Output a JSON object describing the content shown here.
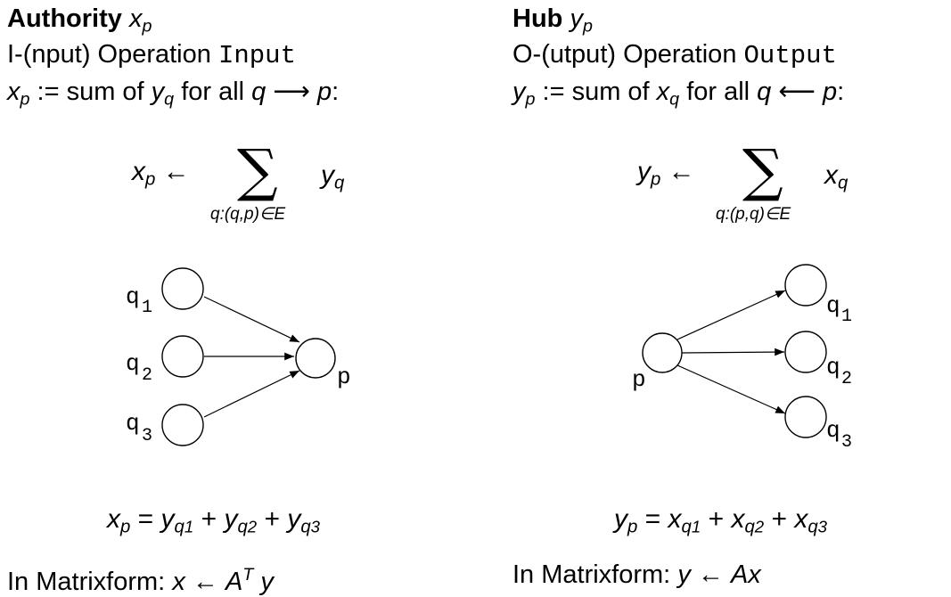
{
  "authority": {
    "title": "Authority",
    "var": "x",
    "var_sub": "p",
    "operation_prefix": "I-(nput) Operation",
    "operation_name": "Input",
    "def_lhs": "x",
    "def_lhs_sub": "p",
    "def_mid": " := sum of ",
    "def_term": "y",
    "def_term_sub": "q",
    "def_for": " for all ",
    "def_q": "q",
    "def_arrow": " ⟶ ",
    "def_p": "p",
    "def_colon": ":",
    "formula_lhs": "x",
    "formula_lhs_sub": "p",
    "formula_arrow": " ← ",
    "sum_index": "q:(q,p)∈E",
    "formula_term": "y",
    "formula_term_sub": "q",
    "nodes": {
      "q1": "q",
      "q1_sub": "1",
      "q2": "q",
      "q2_sub": "2",
      "q3": "q",
      "q3_sub": "3",
      "p": "p"
    },
    "eq": {
      "lhs": "x",
      "lhs_sub": "p",
      "equals": " = ",
      "t1": "y",
      "t1_sub": "q",
      "t1_subsub": "1",
      "plus1": " + ",
      "t2": "y",
      "t2_sub": "q",
      "t2_subsub": "2",
      "plus2": " + ",
      "t3": "y",
      "t3_sub": "q",
      "t3_subsub": "3"
    },
    "matrix_prefix": "In Matrixform: ",
    "matrix_lhs": "x",
    "matrix_arrow": " ← ",
    "matrix_A": "A",
    "matrix_T": "T",
    "matrix_rhs": " y"
  },
  "hub": {
    "title": "Hub",
    "var": "y",
    "var_sub": "p",
    "operation_prefix": "O-(utput) Operation",
    "operation_name": "Output",
    "def_lhs": "y",
    "def_lhs_sub": "p",
    "def_mid": " := sum of ",
    "def_term": "x",
    "def_term_sub": "q",
    "def_for": " for all ",
    "def_q": "q",
    "def_arrow": " ⟵ ",
    "def_p": "p",
    "def_colon": ":",
    "formula_lhs": "y",
    "formula_lhs_sub": "p",
    "formula_arrow": " ← ",
    "sum_index": "q:(p,q)∈E",
    "formula_term": "x",
    "formula_term_sub": "q",
    "nodes": {
      "q1": "q",
      "q1_sub": "1",
      "q2": "q",
      "q2_sub": "2",
      "q3": "q",
      "q3_sub": "3",
      "p": "p"
    },
    "eq": {
      "lhs": "y",
      "lhs_sub": "p",
      "equals": " = ",
      "t1": "x",
      "t1_sub": "q",
      "t1_subsub": "1",
      "plus1": " + ",
      "t2": "x",
      "t2_sub": "q",
      "t2_subsub": "2",
      "plus2": " + ",
      "t3": "x",
      "t3_sub": "q",
      "t3_subsub": "3"
    },
    "matrix_prefix": "In Matrixform: ",
    "matrix_lhs": "y",
    "matrix_arrow": " ← ",
    "matrix_rhs": "Ax"
  },
  "sum_symbol": "∑"
}
